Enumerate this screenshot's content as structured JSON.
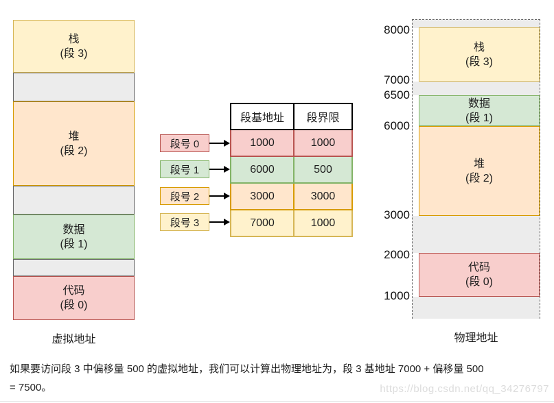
{
  "palette": {
    "yellow_fill": "#FFF2CC",
    "yellow_stroke": "#D6B656",
    "orange_fill": "#FFE6CC",
    "orange_stroke": "#D79B00",
    "green_fill": "#D5E8D4",
    "green_stroke": "#82B366",
    "red_fill": "#F8CECC",
    "red_stroke": "#B85450",
    "gray_fill": "#ECECEC",
    "gray_stroke": "#666666"
  },
  "virtual": {
    "caption": "虚拟地址",
    "blocks": [
      {
        "name": "栈",
        "seg": "(段 3)"
      },
      {
        "name": "堆",
        "seg": "(段 2)"
      },
      {
        "name": "数据",
        "seg": "(段 1)"
      },
      {
        "name": "代码",
        "seg": "(段 0)"
      }
    ]
  },
  "segment_table": {
    "headers": [
      "段基地址",
      "段界限"
    ],
    "row_labels": [
      "段号 0",
      "段号 1",
      "段号 2",
      "段号 3"
    ],
    "rows": [
      {
        "base": "1000",
        "limit": "1000"
      },
      {
        "base": "6000",
        "limit": "500"
      },
      {
        "base": "3000",
        "limit": "3000"
      },
      {
        "base": "7000",
        "limit": "1000"
      }
    ]
  },
  "physical": {
    "caption": "物理地址",
    "addresses": [
      "8000",
      "7000",
      "6500",
      "6000",
      "3000",
      "2000",
      "1000"
    ],
    "blocks": [
      {
        "name": "栈",
        "seg": "(段 3)"
      },
      {
        "name": "数据",
        "seg": "(段 1)"
      },
      {
        "name": "堆",
        "seg": "(段 2)"
      },
      {
        "name": "代码",
        "seg": "(段 0)"
      }
    ]
  },
  "note": {
    "line1": "如果要访问段 3 中偏移量 500 的虚拟地址，我们可以计算出物理地址为，段 3 基地址 7000 + 偏移量 500",
    "line2": "= 7500。"
  },
  "watermark": "https://blog.csdn.net/qq_34276797"
}
